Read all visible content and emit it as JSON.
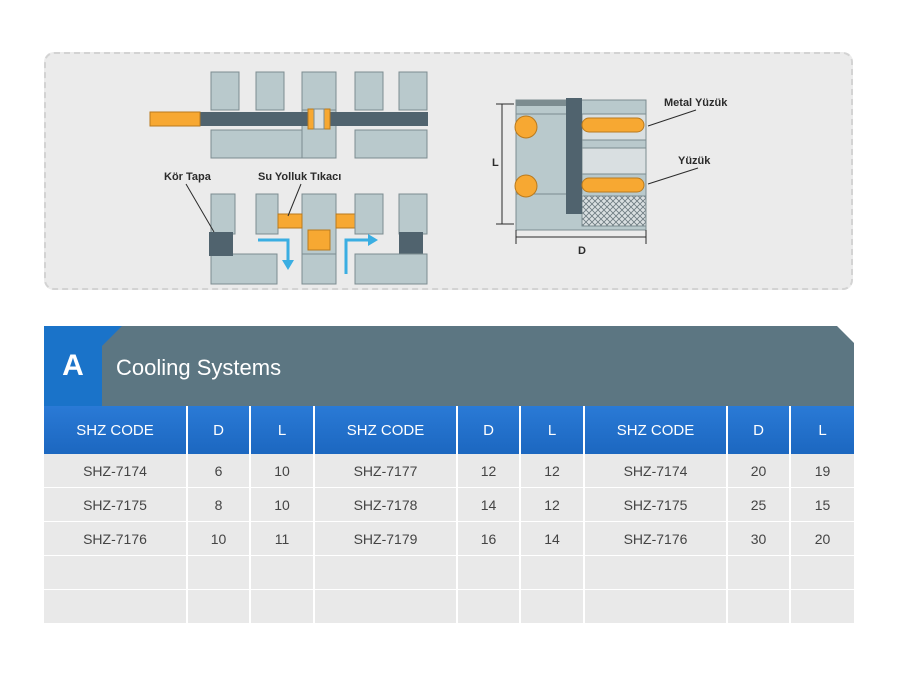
{
  "diagram": {
    "labels": {
      "kor_tapa": "Kör Tapa",
      "su_yolluk_tikaci": "Su Yolluk Tıkacı",
      "metal_yuzuk": "Metal Yüzük",
      "yuzuk": "Yüzük",
      "dim_l": "L",
      "dim_d": "D"
    },
    "colors": {
      "block": "#b9c9cc",
      "block_border": "#7c8c90",
      "channel": "#50636e",
      "ring": "#f7a832",
      "flow_arrow": "#3aaee2"
    }
  },
  "section": {
    "letter": "A",
    "title": "Cooling Systems",
    "colors": {
      "header": "#5c7682",
      "accent": "#1a73c9"
    }
  },
  "table": {
    "headers": [
      "SHZ CODE",
      "D",
      "L",
      "SHZ CODE",
      "D",
      "L",
      "SHZ CODE",
      "D",
      "L"
    ],
    "rows": [
      [
        "SHZ-7174",
        "6",
        "10",
        "SHZ-7177",
        "12",
        "12",
        "SHZ-7174",
        "20",
        "19"
      ],
      [
        "SHZ-7175",
        "8",
        "10",
        "SHZ-7178",
        "14",
        "12",
        "SHZ-7175",
        "25",
        "15"
      ],
      [
        "SHZ-7176",
        "10",
        "11",
        "SHZ-7179",
        "16",
        "14",
        "SHZ-7176",
        "30",
        "20"
      ],
      [
        "",
        "",
        "",
        "",
        "",
        "",
        "",
        "",
        ""
      ],
      [
        "",
        "",
        "",
        "",
        "",
        "",
        "",
        "",
        ""
      ]
    ]
  }
}
